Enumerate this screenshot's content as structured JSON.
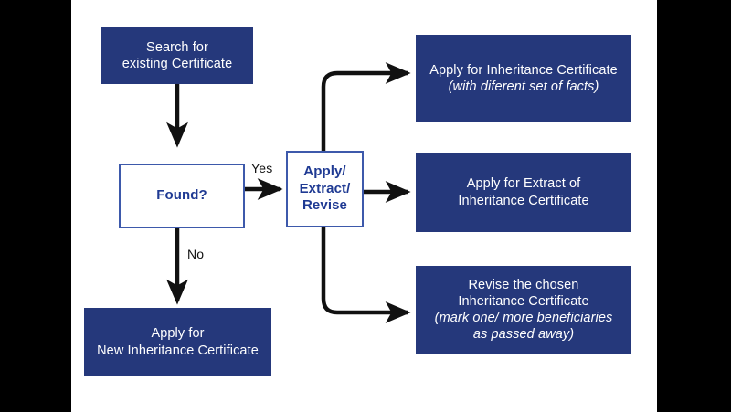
{
  "diagram": {
    "title": "Inheritance Certificate process flowchart",
    "colors": {
      "box_fill": "#25387B",
      "box_text": "#FFFFFF",
      "outline_border": "#3D59AB",
      "outline_text": "#1F3A93",
      "connector": "#111111",
      "canvas": "#FFFFFF",
      "letterbox": "#000000"
    },
    "nodes": [
      {
        "id": "search",
        "style": "filled",
        "lines": [
          {
            "text": "Search for",
            "italic": false
          },
          {
            "text": "existing Certificate",
            "italic": false
          }
        ]
      },
      {
        "id": "found",
        "style": "outline",
        "lines": [
          {
            "text": "Found?",
            "italic": false
          }
        ]
      },
      {
        "id": "apply-extract-revise",
        "style": "outline",
        "lines": [
          {
            "text": "Apply/",
            "italic": false
          },
          {
            "text": "Extract/",
            "italic": false
          },
          {
            "text": "Revise",
            "italic": false
          }
        ]
      },
      {
        "id": "new-certificate",
        "style": "filled",
        "lines": [
          {
            "text": "Apply for",
            "italic": false
          },
          {
            "text": "New Inheritance Certificate",
            "italic": false
          }
        ]
      },
      {
        "id": "apply-inheritance",
        "style": "filled",
        "lines": [
          {
            "text": "Apply for Inheritance Certificate",
            "italic": false
          },
          {
            "text": "(with diferent set of facts)",
            "italic": true
          }
        ]
      },
      {
        "id": "apply-extract",
        "style": "filled",
        "lines": [
          {
            "text": "Apply for Extract of",
            "italic": false
          },
          {
            "text": "Inheritance Certificate",
            "italic": false
          }
        ]
      },
      {
        "id": "revise-chosen",
        "style": "filled",
        "lines": [
          {
            "text": "Revise the chosen",
            "italic": false
          },
          {
            "text": "Inheritance Certificate",
            "italic": false
          },
          {
            "text": "(mark one/ more beneficiaries",
            "italic": true
          },
          {
            "text": "as passed away)",
            "italic": true
          }
        ]
      }
    ],
    "edge_labels": [
      {
        "id": "yes",
        "text": "Yes"
      },
      {
        "id": "no",
        "text": "No"
      }
    ]
  }
}
